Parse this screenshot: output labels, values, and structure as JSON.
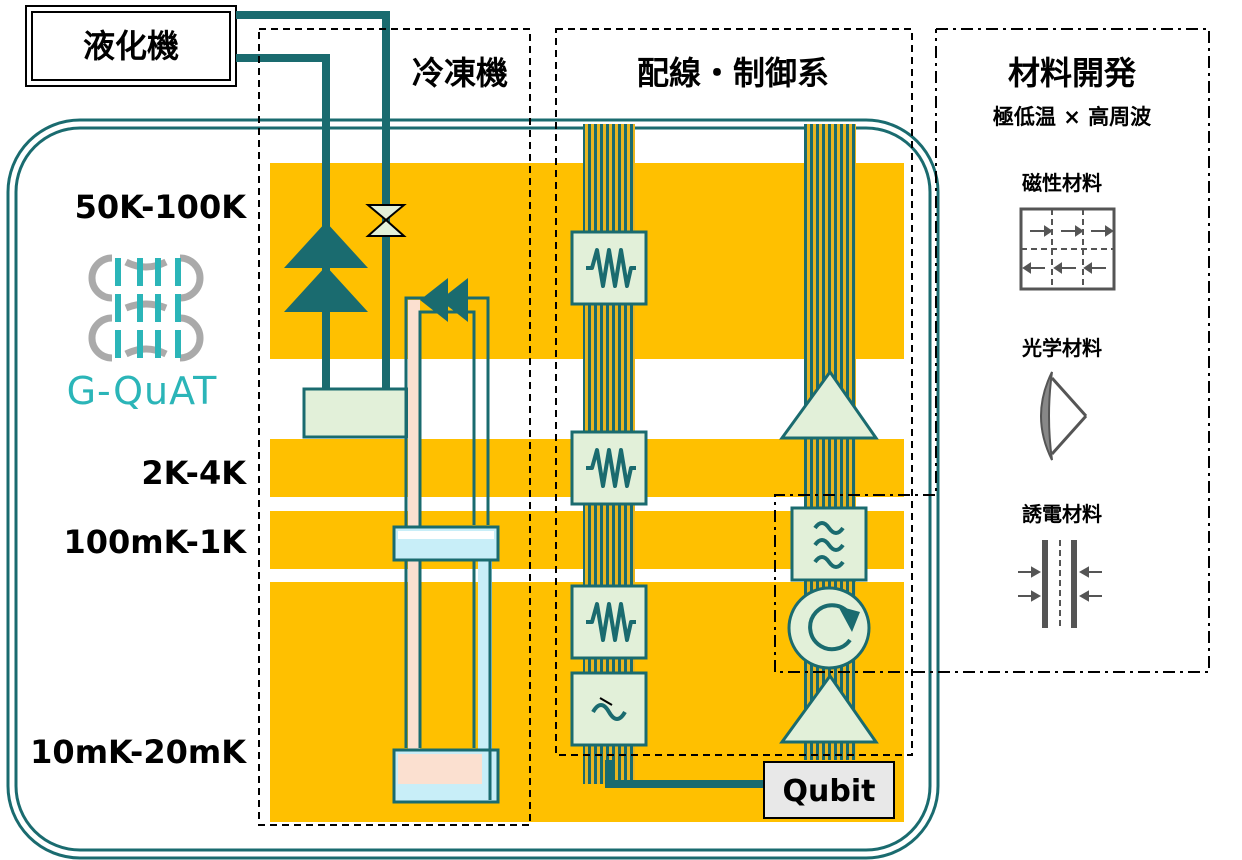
{
  "labels": {
    "liquefier": "液化機",
    "refrigerator": "冷凍機",
    "wiring_control": "配線・制御系",
    "materials": "材料開発",
    "materials_sub": "極低温 × 高周波",
    "magnetic": "磁性材料",
    "optical": "光学材料",
    "dielectric": "誘電材料",
    "qubit": "Qubit",
    "logo": "G-QuAT"
  },
  "stages": [
    {
      "label": "50K-100K"
    },
    {
      "label": "2K-4K"
    },
    {
      "label": "100mK-1K"
    },
    {
      "label": "10mK-20mK"
    }
  ],
  "colors": {
    "stage": "#ffc000",
    "teal": "#1a6b6f",
    "component": "#e2f0d9",
    "logo": "#2bb5b8",
    "logo_gray": "#aaaaaa",
    "tube_light": "#c8eef8",
    "tube_warm": "#fbe0d0"
  },
  "icons": [
    "attenuator-icon",
    "filter-icon",
    "amplifier-icon",
    "circulator-icon",
    "valve-icon",
    "check-valve-icon",
    "magnetic-material-icon",
    "optical-material-icon",
    "dielectric-material-icon"
  ]
}
